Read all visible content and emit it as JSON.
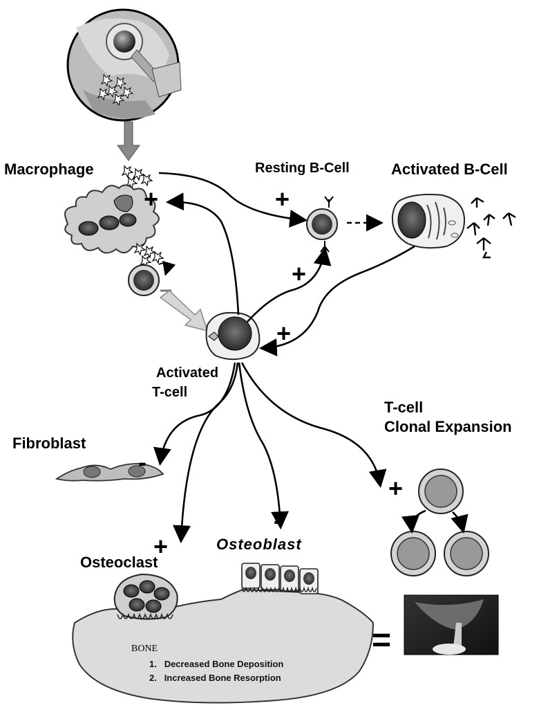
{
  "labels": {
    "macrophage": "Macrophage",
    "resting_bcell": "Resting B-Cell",
    "activated_bcell": "Activated B-Cell",
    "activated_tcell_line1": "Activated",
    "activated_tcell_line2": "T-cell",
    "tcell_clonal_line1": "T-cell",
    "tcell_clonal_line2": "Clonal Expansion",
    "fibroblast": "Fibroblast",
    "osteoclast": "Osteoclast",
    "osteoblast": "Osteoblast",
    "bone": "BONE"
  },
  "signs": {
    "plus": "+",
    "minus": "-",
    "equals": "="
  },
  "outcomes": [
    {
      "num": "1.",
      "text": "Decreased Bone Deposition"
    },
    {
      "num": "2.",
      "text": "Increased Bone Resorption"
    }
  ]
}
